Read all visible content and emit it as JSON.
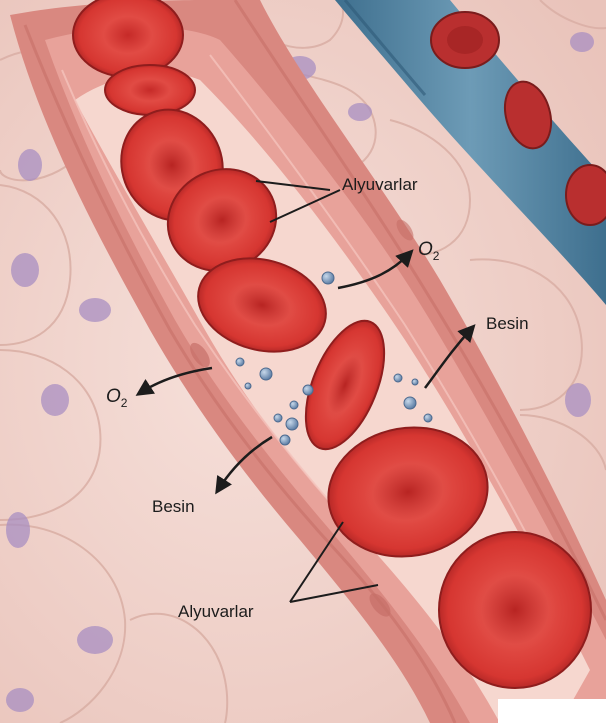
{
  "labels": {
    "rbc_top": "Alyuvarlar",
    "rbc_bottom": "Alyuvarlar",
    "oxygen_right": "O",
    "oxygen_right_sub": "2",
    "oxygen_left": "O",
    "oxygen_left_sub": "2",
    "nutrient_right": "Besin",
    "nutrient_left": "Besin"
  },
  "colors": {
    "tissue_background": "#efd2cb",
    "artery_wall": "#d98880",
    "vessel_lumen": "#f6d7cf",
    "red_blood_cell": "#d83a34",
    "vein": "#4e7f9c",
    "cell_nucleus": "#a98fc2",
    "molecule": "#7f9dbd",
    "arrow": "#1c1c1c"
  }
}
